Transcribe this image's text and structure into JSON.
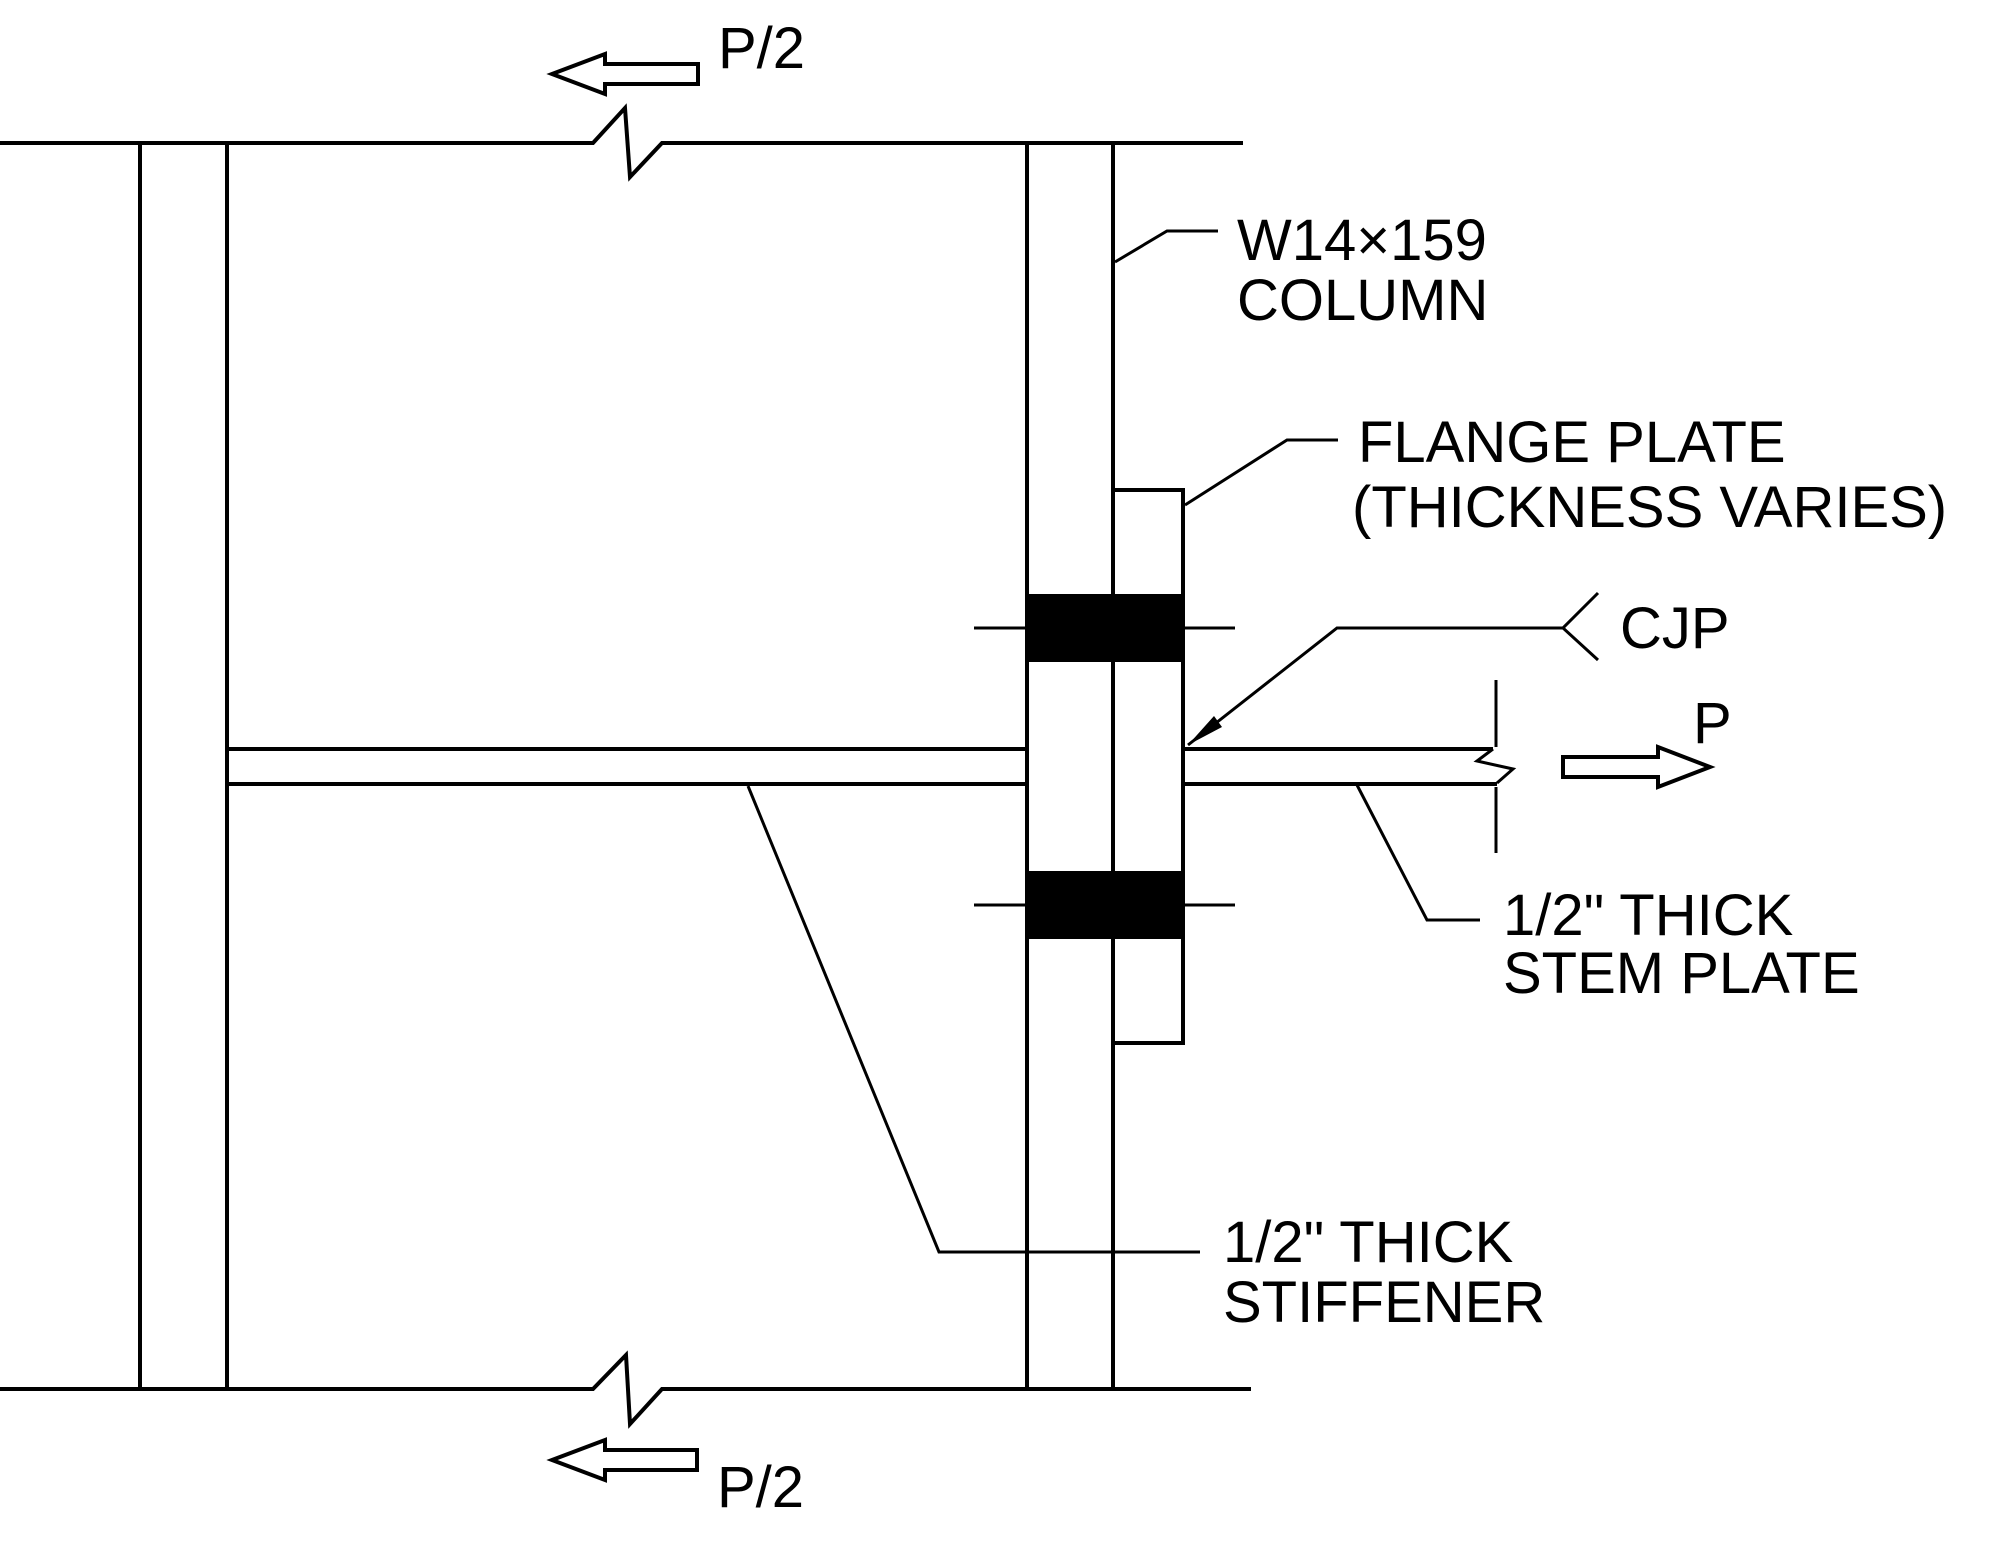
{
  "diagram": {
    "kind": "steel-connection-detail",
    "labels": {
      "load_top": "P/2",
      "load_bottom": "P/2",
      "load_right": "P",
      "column_line1": "W14×159",
      "column_line2": "COLUMN",
      "flange_plate_line1": "FLANGE PLATE",
      "flange_plate_line2": "(THICKNESS VARIES)",
      "weld_callout": "CJP",
      "stem_plate_line1": "1/2\" THICK",
      "stem_plate_line2": "STEM PLATE",
      "stiffener_line1": "1/2\" THICK",
      "stiffener_line2": "STIFFENER"
    },
    "colors": {
      "ink": "#000000",
      "background": "#ffffff",
      "weld_fill": "#000000"
    }
  }
}
